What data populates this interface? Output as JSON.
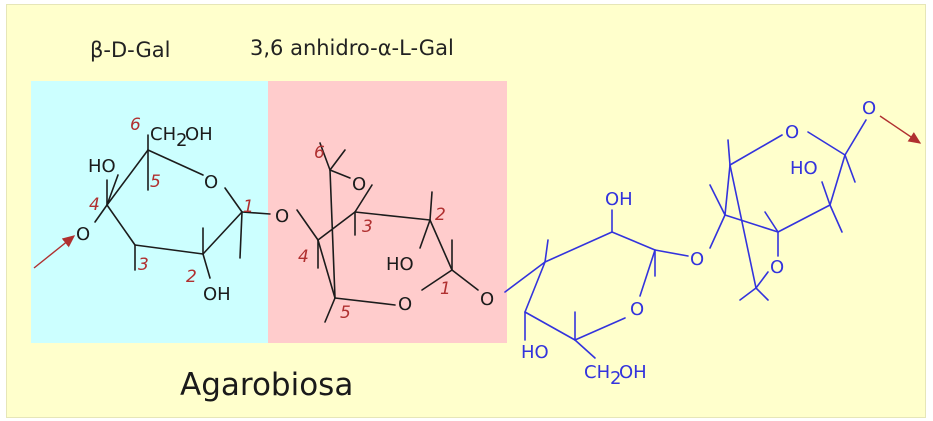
{
  "headers": {
    "gal": "β-D-Gal",
    "anhydro": "3,6 anhidro-α-L-Gal"
  },
  "caption": "Agarobiosa",
  "colors": {
    "panel": "#ffffcc",
    "gal_box": "#ccffff",
    "anhydro_box": "#ffcccc",
    "black_unit": "#1c1c1c",
    "blue_unit": "#3333dd",
    "numbering": "#b03030"
  },
  "atoms": {
    "o": "O",
    "ho": "HO",
    "oh": "OH",
    "ch2oh_c": "CH",
    "ch2oh_sub": "2",
    "ch2oh_end": "OH"
  },
  "numbers": {
    "gal": [
      "1",
      "2",
      "3",
      "4",
      "5",
      "6"
    ],
    "anhydro": [
      "1",
      "2",
      "3",
      "4",
      "5",
      "6"
    ]
  }
}
